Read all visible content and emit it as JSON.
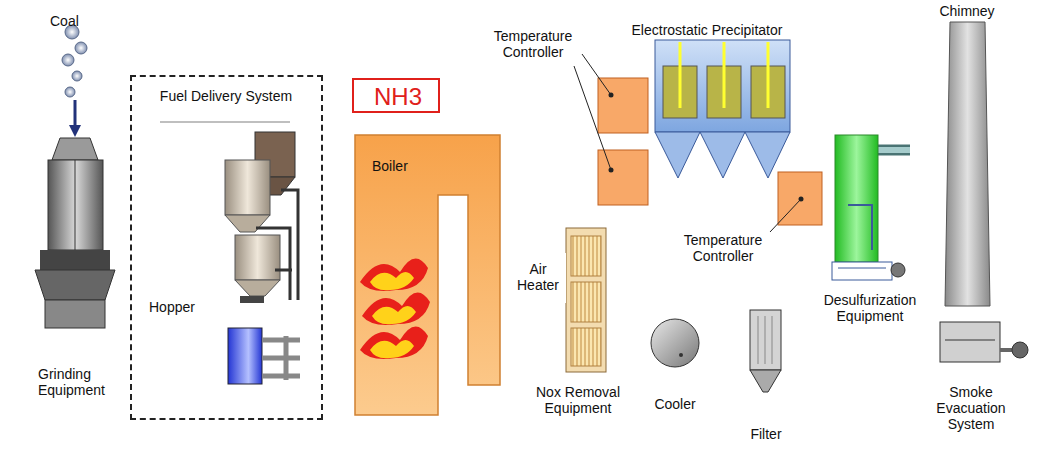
{
  "diagram": {
    "nodes": [
      {
        "text": [
          "Grinding Equipment"
        ]
      },
      {
        "text": [
          "Fuel Delivery System"
        ]
      },
      {
        "text": [
          "Hopper"
        ],
        "in": 1
      },
      {
        "text": [
          "NH3"
        ]
      },
      {
        "text": [
          "Boiler"
        ]
      },
      {
        "text": [
          "Air Heater"
        ]
      },
      {
        "text": [
          "Nox Removal Equipment"
        ]
      },
      {
        "text": [
          "Electrostatic Precipitator"
        ]
      },
      {
        "text": [
          "Desulfurization Equipment"
        ]
      },
      {
        "text": [
          "Cooler"
        ]
      },
      {
        "text": [
          "Filter"
        ]
      },
      {
        "text": [
          "Smoke Evacuation System"
        ]
      },
      {
        "text": [
          "Chimney"
        ]
      }
    ],
    "edges": [
      {
        "from": 0,
        "to": 2,
        "arrow": "to"
      },
      {
        "from": 2,
        "to": 4,
        "arrow": "to"
      },
      {
        "from": 3,
        "to": 4,
        "arrow": "to"
      },
      {
        "from": 4,
        "to": 6,
        "arrow": "none"
      },
      {
        "from": 6,
        "to": 7,
        "arrow": "none"
      },
      {
        "from": 6,
        "to": 9,
        "arrow": "none"
      },
      {
        "from": 9,
        "to": 10,
        "arrow": "none"
      },
      {
        "from": 10,
        "to": 11,
        "arrow": "none"
      },
      {
        "from": 7,
        "to": 8,
        "arrow": "none"
      },
      {
        "from": 8,
        "to": 11,
        "arrow": "none"
      },
      {
        "from": 11,
        "to": 12,
        "arrow": "none"
      }
    ],
    "labels": [
      "Coal",
      "Temperature Controller",
      "Temperature Controller"
    ]
  }
}
